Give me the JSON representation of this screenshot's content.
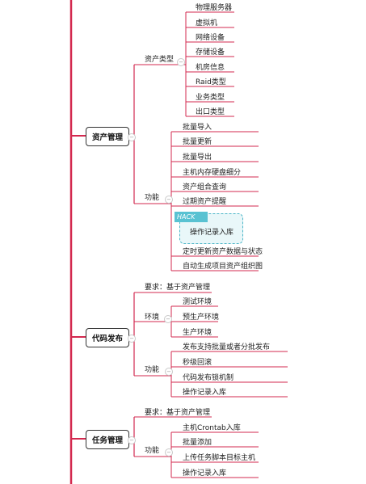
{
  "colors": {
    "line": "#d3294f",
    "highlight": "#59c2d2"
  },
  "mindmap": {
    "asset": {
      "label": "资产管理",
      "type_branch": {
        "label": "资产类型",
        "items": [
          "物理服务器",
          "虚拟机",
          "网络设备",
          "存储设备",
          "机房信息",
          "Raid类型",
          "业务类型",
          "出口类型"
        ]
      },
      "func_branch": {
        "label": "功能",
        "items": [
          "批量导入",
          "批量更新",
          "批量导出",
          "主机内存硬盘细分",
          "资产组合查询",
          "过期资产提醒"
        ],
        "highlight_tag": "HACK",
        "highlight_item": "操作记录入库",
        "items_after": [
          "定时更新资产数据与状态",
          "自动生成项目资产组织图"
        ]
      }
    },
    "release": {
      "label": "代码发布",
      "requirement": "要求：基于资产管理",
      "env_branch": {
        "label": "环境",
        "items": [
          "测试环境",
          "预生产环境",
          "生产环境"
        ]
      },
      "func_branch": {
        "label": "功能",
        "items": [
          "发布支持批量或者分批发布",
          "秒级回滚",
          "代码发布锁机制",
          "操作记录入库"
        ]
      }
    },
    "task": {
      "label": "任务管理",
      "requirement": "要求：基于资产管理",
      "func_branch": {
        "label": "功能",
        "items": [
          "主机Crontab入库",
          "批量添加",
          "上传任务脚本目标主机",
          "操作记录入库"
        ]
      }
    }
  }
}
